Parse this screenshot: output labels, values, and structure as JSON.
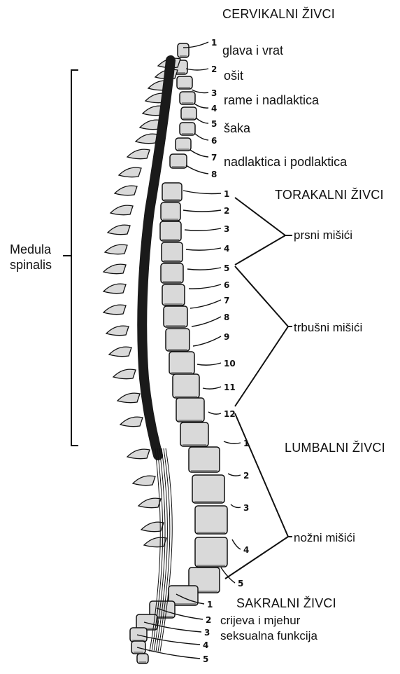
{
  "headers": {
    "cervical": "CERVIKALNI ŽIVCI",
    "thoracic": "TORAKALNI ŽIVCI",
    "lumbar": "LUMBALNI ŽIVCI",
    "sacral": "SAKRALNI ŽIVCI"
  },
  "cervical_labels": [
    "glava i vrat",
    "ošit",
    "rame i nadlaktica",
    "šaka",
    "nadlaktica i podlaktica"
  ],
  "muscle_labels": {
    "chest": "prsni mišići",
    "abdomen": "trbušni mišići",
    "legs": "nožni mišići"
  },
  "sacral_labels": [
    "crijeva i mjehur",
    "seksualna funkcija"
  ],
  "medulla": {
    "line1": "Medula",
    "line2": "spinalis"
  },
  "nerve_numbers": {
    "cervical": [
      "1",
      "2",
      "3",
      "4",
      "5",
      "6",
      "7",
      "8"
    ],
    "thoracic": [
      "1",
      "2",
      "3",
      "4",
      "5",
      "6",
      "7",
      "8",
      "9",
      "10",
      "11",
      "12"
    ],
    "lumbar": [
      "1",
      "2",
      "3",
      "4",
      "5"
    ],
    "sacral": [
      "1",
      "2",
      "3",
      "4",
      "5"
    ]
  },
  "colors": {
    "ink": "#111111",
    "bone_light": "#d9d9d9",
    "bone_dark": "#8a8a8a",
    "cord": "#1a1a1a"
  }
}
